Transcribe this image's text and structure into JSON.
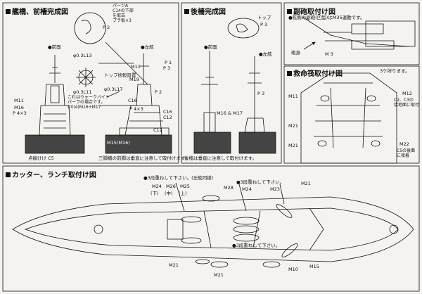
{
  "sections": {
    "bridge": {
      "title": "艦橋、前檣完成図"
    },
    "mainmast": {
      "title": "後檣完成図"
    },
    "secondary": {
      "title": "副砲取付け図"
    },
    "lifeboat": {
      "title": "救命筏取付け図"
    },
    "cutter": {
      "title": "カッター、ランチ取付け図"
    }
  },
  "bridge_labels": {
    "front": "●前面",
    "left": "●左舷",
    "p2_top": "P 2",
    "p1": "P 1",
    "p2": "P 2",
    "p3": "P 3",
    "parts_note": "パーツA\nC14の下部\nを取去\nプラ板×3",
    "d033": "φ0.3L13",
    "d031": "φ0.3L11",
    "d0317": "φ0.3L17",
    "topmast": "トップ捨殺設置",
    "m11": "M11",
    "m11b": "M11",
    "m19": "M19",
    "m16": "M16",
    "p4x3": "P 4×3",
    "p4x3b": "P 4×3",
    "c16": "C16",
    "c15": "C16",
    "c12": "C12",
    "c12b": "C12",
    "walk_note": "これはウォークバイト\nパーラの場合です。\n(川(4)M16+M17",
    "m15": "M15(M16)",
    "bottom": "点線けけ C5",
    "footnote": "三脚橋の前脚は垂直に注意して取付けます。"
  },
  "mainmast_labels": {
    "front": "●前面",
    "left": "●左舷",
    "top": "トップ",
    "p3": "P 3",
    "p3b": "P 3",
    "m16": "M16 & M17",
    "footnote": "後檣は垂直に注意して取付けます。"
  },
  "secondary_labels": {
    "note": "●舷側の副砲(凹型)はM35連動です。",
    "arrow": "砲身",
    "m3": "M 3"
  },
  "lifeboat_labels": {
    "note": "3ケ所ります。",
    "m11": "M11",
    "m12": "M12",
    "c2c3": "C2、C3の\n接地面に取付",
    "m21": "M21",
    "m21b": "M21",
    "m22": "M22",
    "c5": "C5の後面\nに接着"
  },
  "cutter_labels": {
    "note1": "●3段重ねして下さい。(左舷同様)",
    "note2": "●3段重ねして下さい。",
    "note3": "●3段重ねして下さい。",
    "m24": "M24",
    "m26": "M26",
    "m25": "M25",
    "lo": "(下)",
    "mid": "(中)",
    "up": "(上)",
    "m28": "M28",
    "m24b": "M24",
    "m23": "M23",
    "m21": "M21",
    "m21b": "M21",
    "m21c": "M21",
    "m10": "M10",
    "m15": "M15"
  }
}
